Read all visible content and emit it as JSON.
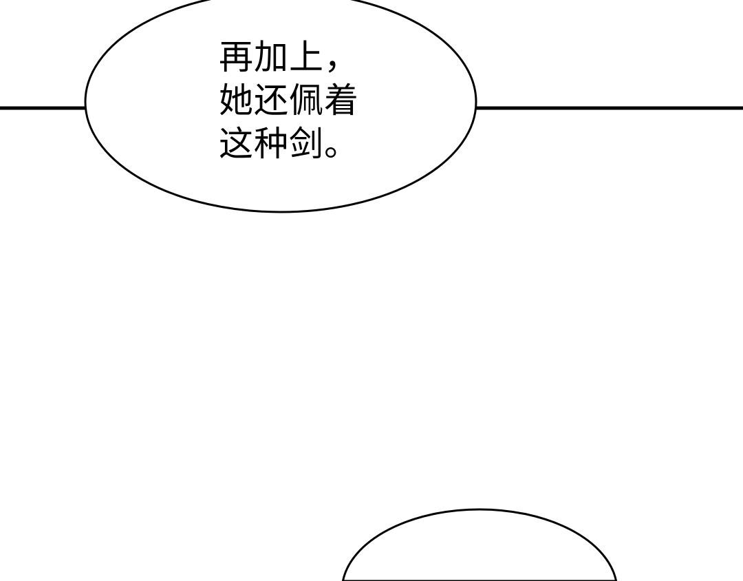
{
  "speech_bubble_1": {
    "lines": [
      "再加上，",
      "她还佩着",
      "这种剑。"
    ]
  },
  "colors": {
    "background": "#ffffff",
    "ink": "#000000"
  }
}
